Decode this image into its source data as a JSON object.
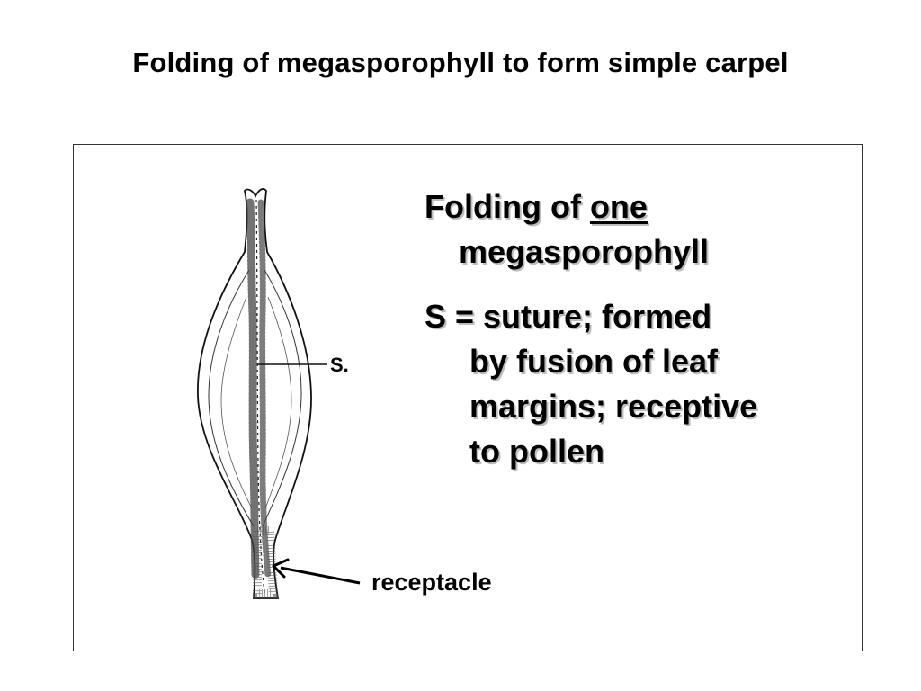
{
  "title": "Folding of megasporophyll to form simple carpel",
  "diagram": {
    "label_suture": "S.",
    "label_receptacle": "receptacle"
  },
  "bullets": [
    {
      "line1_pre": "Folding of ",
      "line1_emph": "one",
      "line2": "megasporophyll"
    },
    {
      "line1": "S = suture; formed",
      "line2": "by fusion of leaf",
      "line3": "margins; receptive",
      "line4": "to pollen"
    }
  ]
}
